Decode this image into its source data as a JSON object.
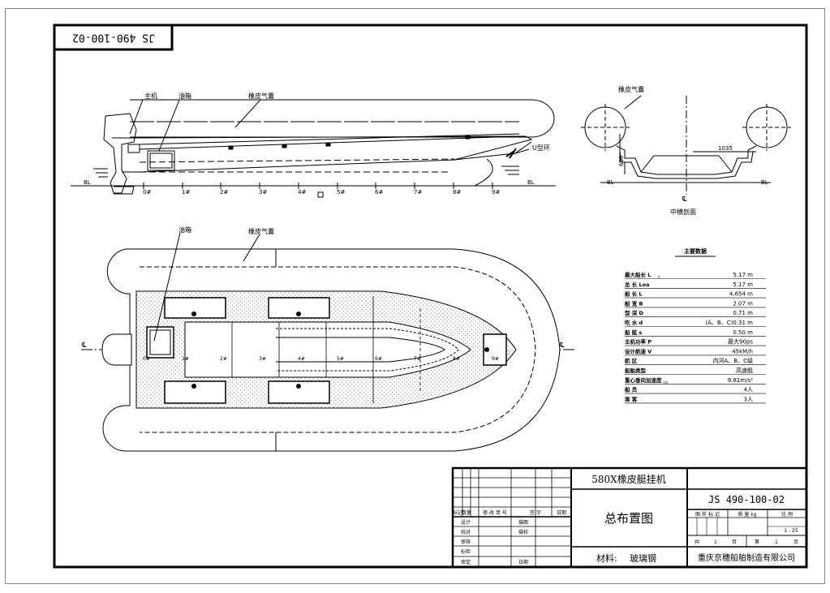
{
  "drawing_number_rotated": "JS 490-100-02",
  "side_view": {
    "labels": {
      "engine": "主机",
      "fuel_tank": "油箱",
      "tube": "橡皮气囊",
      "u_ring": "U型环"
    },
    "baseline_left": "BL",
    "baseline_right": "BL",
    "frames": [
      "0#",
      "1#",
      "2#",
      "3#",
      "4#",
      "5#",
      "6#",
      "7#",
      "8#",
      "9#"
    ]
  },
  "section_view": {
    "labels": {
      "tube": "橡皮气囊"
    },
    "dim_height": "690",
    "dim_width": "1035",
    "baseline_left": "BL",
    "baseline_right": "BL",
    "centerline": "℄",
    "caption": "中横剖面"
  },
  "plan_view": {
    "labels": {
      "fuel_tank": "油箱",
      "tube": "橡皮气囊"
    },
    "centerline_left": "℄",
    "centerline_right": "℄",
    "frames": [
      "0#",
      "1#",
      "2#",
      "3#",
      "4#",
      "5#",
      "6#",
      "7#",
      "8#",
      "9#"
    ]
  },
  "main_data": {
    "title": "主要数据",
    "rows": [
      {
        "label": "最大船长 L",
        "sub": "x",
        "value": "5.17 m"
      },
      {
        "label": "总 长 Loa",
        "sub": "",
        "value": "5.17 m"
      },
      {
        "label": "船 长 L",
        "sub": "",
        "value": "4.654 m"
      },
      {
        "label": "船 宽 B",
        "sub": "",
        "value": "2.07 m"
      },
      {
        "label": "型 深 D",
        "sub": "",
        "value": "0.71 m"
      },
      {
        "label": "吃 水 d",
        "sub": "",
        "value": "(A、B、C)0.31 m"
      },
      {
        "label": "船 舷 s",
        "sub": "",
        "value": "0.50 m"
      },
      {
        "label": "主机功率 P",
        "sub": "",
        "value": "最大90ps"
      },
      {
        "label": "设计航速 V",
        "sub": "",
        "value": "45kM/h"
      },
      {
        "label": "航 区",
        "sub": "",
        "value": "内河A、B、C级"
      },
      {
        "label": "船舶类型",
        "sub": "",
        "value": "高速艇"
      },
      {
        "label": "重心垂向加速度",
        "sub": "cg",
        "value": "9.81m/s²"
      },
      {
        "label": "船 员",
        "sub": "",
        "value": "4人"
      },
      {
        "label": "乘 客",
        "sub": "",
        "value": "3人"
      }
    ]
  },
  "title_block": {
    "product_name": "580X橡皮艇挂机",
    "drawing_title": "总布置图",
    "drawing_number": "JS 490-100-02",
    "material_label": "材料:",
    "material": "玻璃钢",
    "company": "重庆京穗船舶制造有限公司",
    "revision_header": [
      "标记",
      "数量",
      "修 改 单 号",
      "签 字",
      "日期"
    ],
    "left_rows": [
      {
        "a": "设计",
        "b": "描图"
      },
      {
        "a": "校对",
        "b": "描校"
      },
      {
        "a": "审核",
        "b": ""
      },
      {
        "a": "标检",
        "b": ""
      },
      {
        "a": "审定",
        "b": "日期"
      }
    ],
    "right_header": [
      "图 样 标 记",
      "质 量 kg",
      "比 例"
    ],
    "scale": "1 : 25",
    "sheet_total_label": "共",
    "sheet_total": "1",
    "sheet_total_unit": "页",
    "sheet_no_label": "第",
    "sheet_no": "1",
    "sheet_no_unit": "页"
  }
}
